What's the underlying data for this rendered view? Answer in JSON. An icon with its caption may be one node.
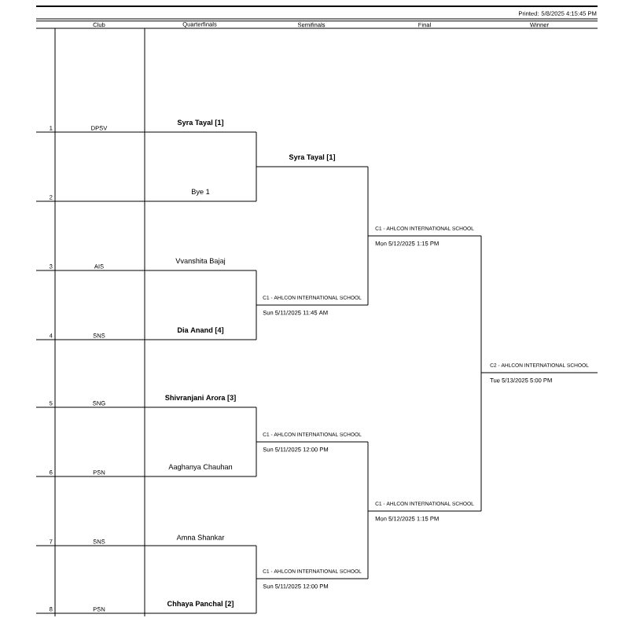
{
  "diagram": {
    "nodes": [
      {
        "text": [
          "Syra Tayal [1]"
        ]
      },
      {
        "text": [
          "Bye 1"
        ]
      },
      {
        "text": [
          "Vvanshita Bajaj"
        ]
      },
      {
        "text": [
          "Dia Anand [4]"
        ]
      },
      {
        "text": [
          "Shivranjani Arora [3]"
        ]
      },
      {
        "text": [
          "Aaghanya Chauhan"
        ]
      },
      {
        "text": [
          "Amna Shankar"
        ]
      },
      {
        "text": [
          "Chhaya Panchal [2]"
        ]
      },
      {
        "text": [
          "Syra Tayal [1]"
        ]
      },
      {
        "text": [
          "C1 - AHLCON INTERNATIONAL SCHOOL",
          "Sun 5/11/2025 11:45 AM"
        ]
      },
      {
        "text": [
          "C1 - AHLCON INTERNATIONAL SCHOOL",
          "Sun 5/11/2025 12:00 PM"
        ]
      },
      {
        "text": [
          "C1 - AHLCON INTERNATIONAL SCHOOL",
          "Sun 5/11/2025 12:00 PM"
        ]
      },
      {
        "text": [
          "C1 - AHLCON INTERNATIONAL SCHOOL",
          "Mon 5/12/2025 1:15 PM"
        ]
      },
      {
        "text": [
          "C1 - AHLCON INTERNATIONAL SCHOOL",
          "Mon 5/12/2025 1:15 PM"
        ]
      },
      {
        "text": [
          "C2 - AHLCON INTERNATIONAL SCHOOL",
          "Tue 5/13/2025 5:00 PM"
        ]
      }
    ],
    "edges": [
      {
        "from": 0,
        "to": 8,
        "arrow": "none"
      },
      {
        "from": 1,
        "to": 8,
        "arrow": "none"
      },
      {
        "from": 2,
        "to": 9,
        "arrow": "none"
      },
      {
        "from": 3,
        "to": 9,
        "arrow": "none"
      },
      {
        "from": 4,
        "to": 10,
        "arrow": "none"
      },
      {
        "from": 5,
        "to": 10,
        "arrow": "none"
      },
      {
        "from": 6,
        "to": 11,
        "arrow": "none"
      },
      {
        "from": 7,
        "to": 11,
        "arrow": "none"
      },
      {
        "from": 8,
        "to": 12,
        "arrow": "none"
      },
      {
        "from": 9,
        "to": 12,
        "arrow": "none"
      },
      {
        "from": 10,
        "to": 13,
        "arrow": "none"
      },
      {
        "from": 11,
        "to": 13,
        "arrow": "none"
      },
      {
        "from": 12,
        "to": 14,
        "arrow": "none"
      },
      {
        "from": 13,
        "to": 14,
        "arrow": "none"
      }
    ],
    "labels": [
      "Printed: 5/8/2025 4:15:45 PM",
      "Club",
      "Quarterfinals",
      "Semifinals",
      "Final",
      "Winner",
      "1",
      "DPSV",
      "2",
      "3",
      "AIS",
      "4",
      "SNS",
      "5",
      "SNG",
      "6",
      "PSN",
      "7",
      "SNS",
      "8",
      "PSN"
    ]
  }
}
